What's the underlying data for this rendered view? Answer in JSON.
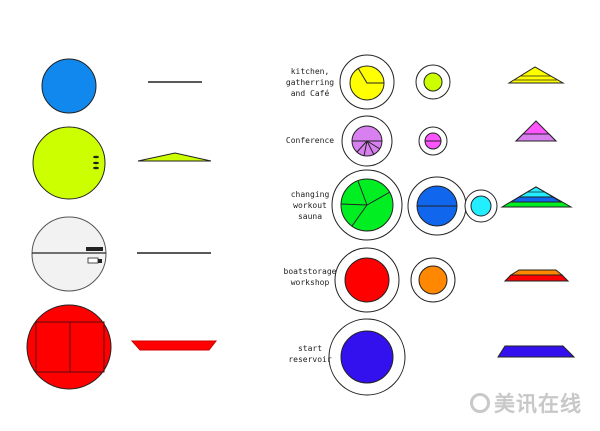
{
  "labels": {
    "kitchen": [
      "kitchen,",
      "gatherring",
      "and Café"
    ],
    "conference": [
      "Conference"
    ],
    "changing": [
      "changing",
      "workout",
      "sauna"
    ],
    "boatstorage": [
      "boatstorage",
      "workshop"
    ],
    "start": [
      "start",
      "reservoir"
    ]
  },
  "watermark": "美讯在线",
  "colors": {
    "blue": "#1188ee",
    "lime": "#ccff00",
    "grey": "#f2f2f2",
    "red": "#ff0000",
    "yellow": "#ffff00",
    "purple": "#d880f0",
    "magenta": "#ff55ff",
    "green": "#00ee22",
    "mid_blue": "#1166ee",
    "cyan": "#22eeff",
    "orange": "#ff8800",
    "violet": "#3311ee"
  }
}
